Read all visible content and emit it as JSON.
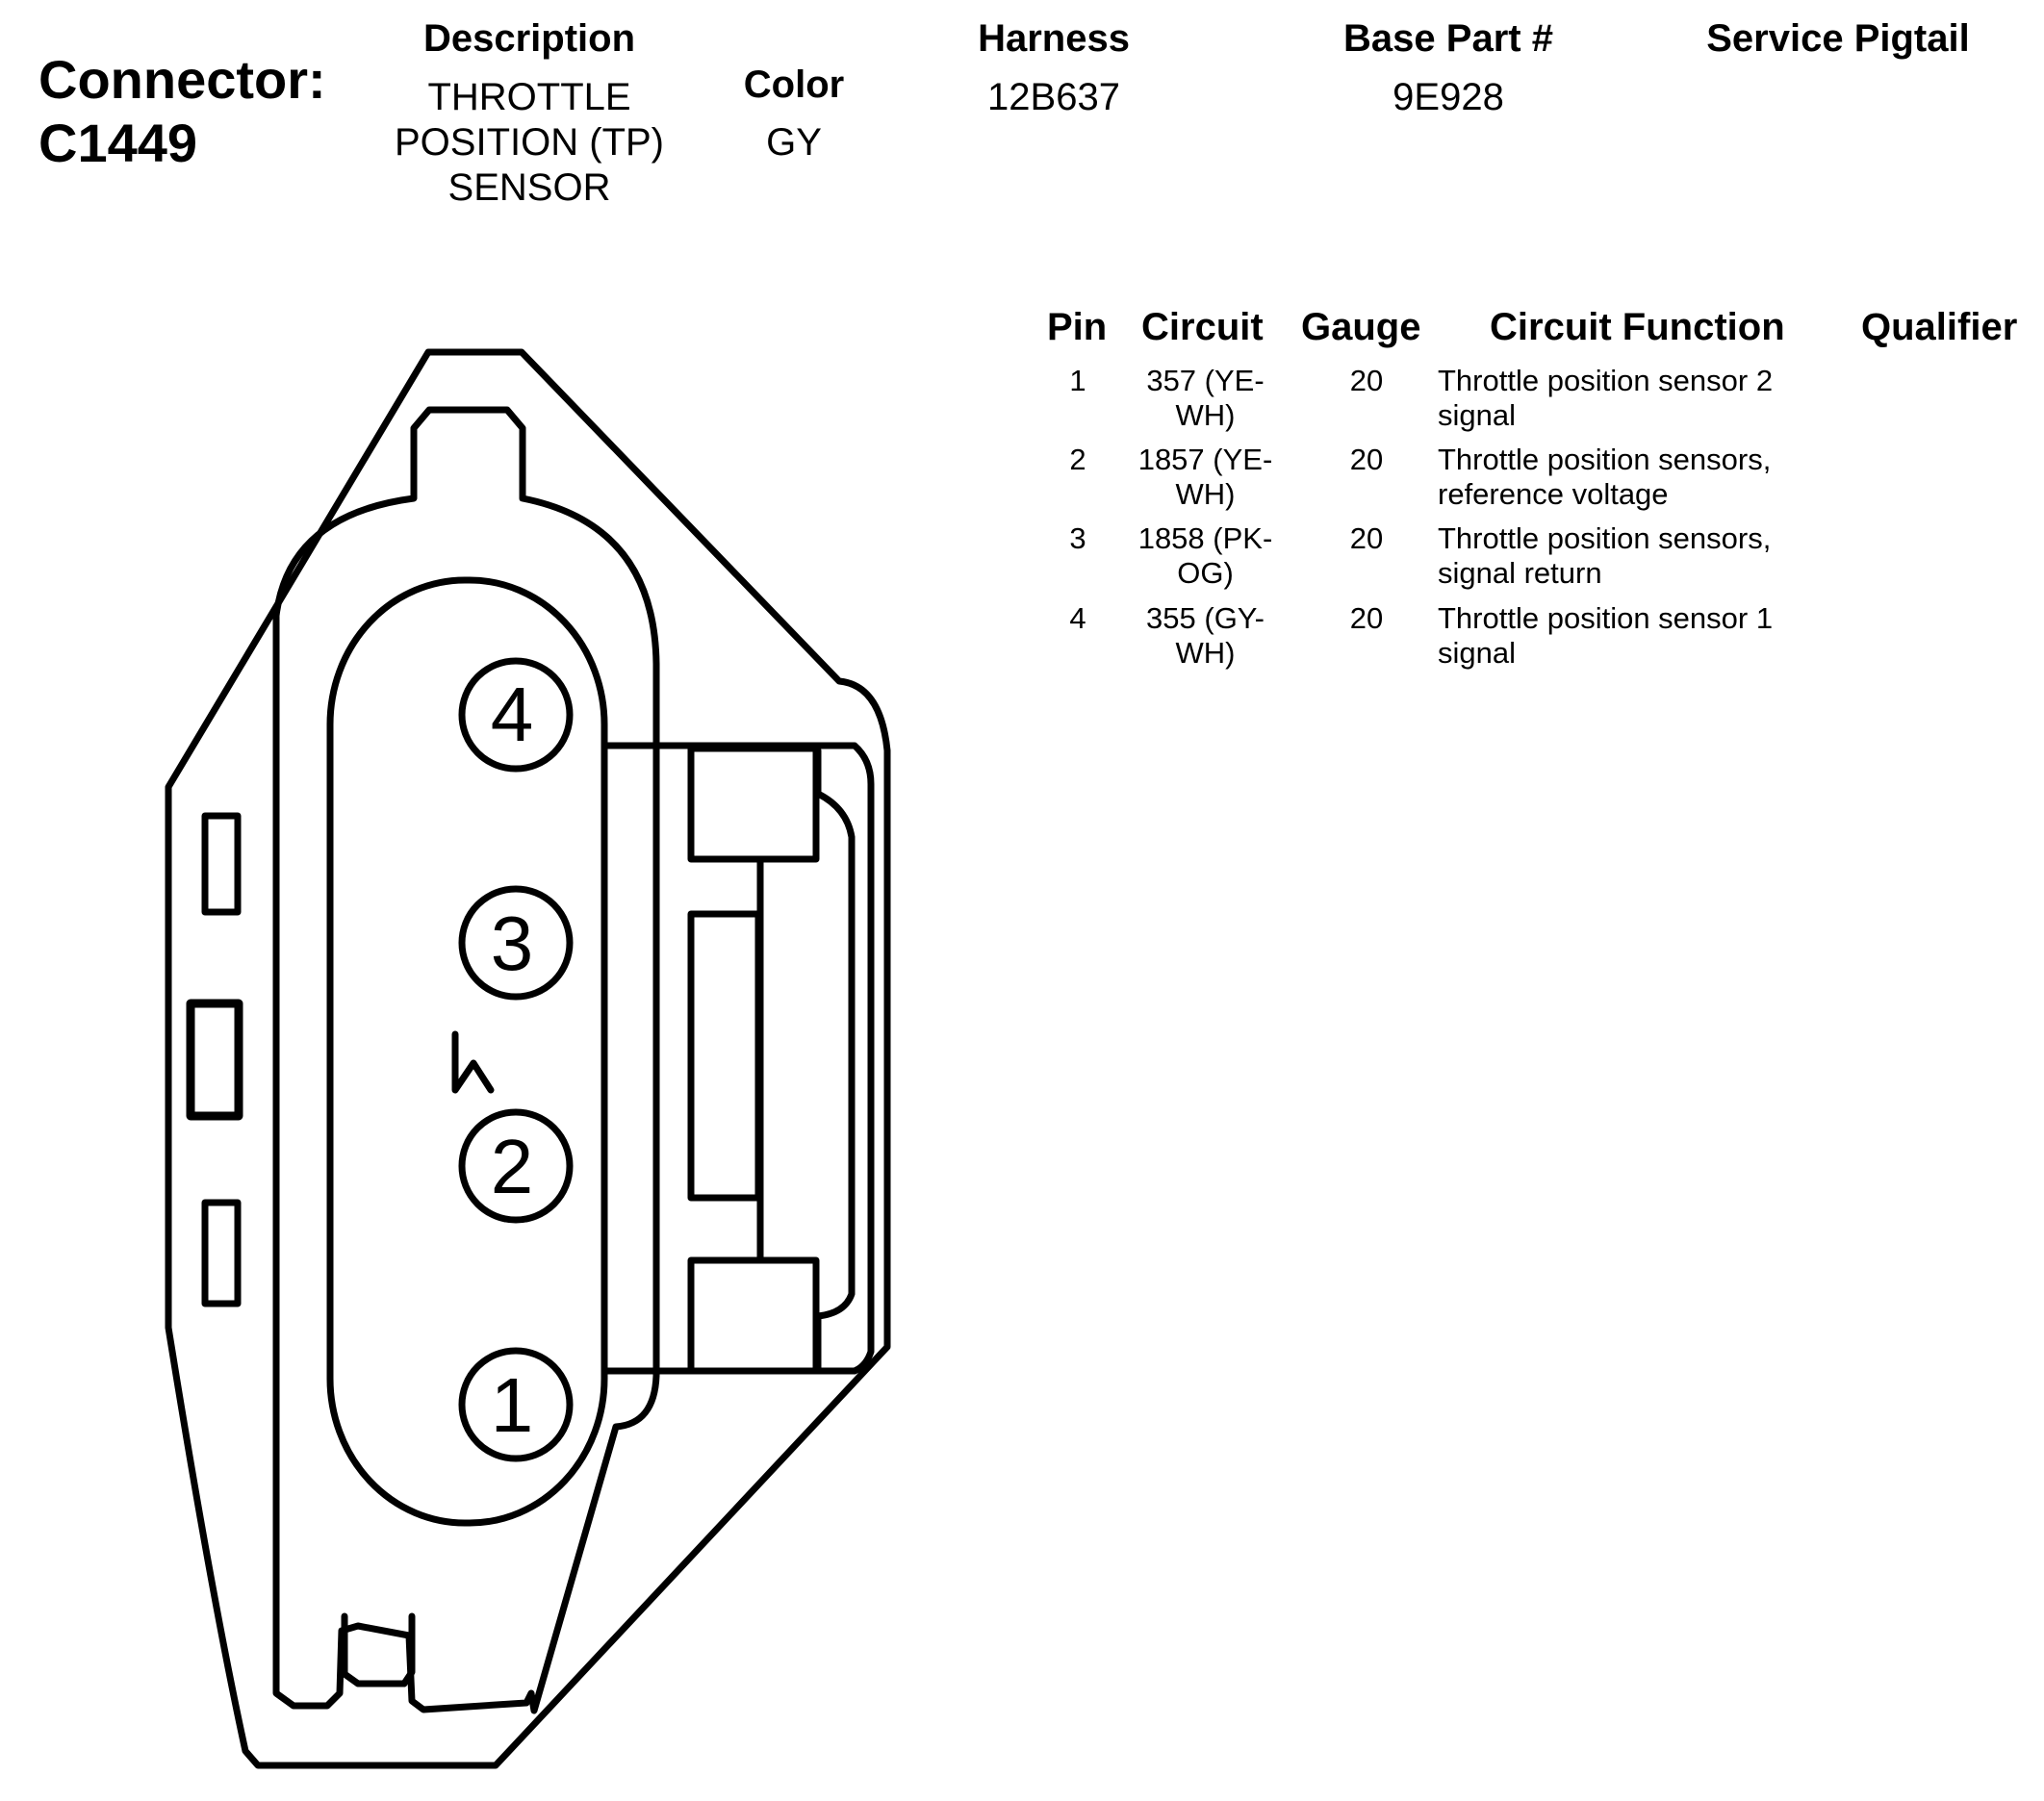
{
  "connector": {
    "label": "Connector:",
    "id": "C1449"
  },
  "header": {
    "description_label": "Description",
    "description_value": "THROTTLE POSITION (TP) SENSOR",
    "color_label": "Color",
    "color_value": "GY",
    "harness_label": "Harness",
    "harness_value": "12B637",
    "base_part_label": "Base Part #",
    "base_part_value": "9E928",
    "service_pigtail_label": "Service Pigtail",
    "service_pigtail_value": ""
  },
  "pin_table": {
    "columns": [
      "Pin",
      "Circuit",
      "Gauge",
      "Circuit Function",
      "Qualifier"
    ],
    "rows": [
      {
        "pin": "1",
        "circuit": "357 (YE-WH)",
        "gauge": "20",
        "function": "Throttle position sensor 2 signal",
        "qualifier": ""
      },
      {
        "pin": "2",
        "circuit": "1857 (YE-WH)",
        "gauge": "20",
        "function": "Throttle position sensors, reference voltage",
        "qualifier": ""
      },
      {
        "pin": "3",
        "circuit": "1858 (PK-OG)",
        "gauge": "20",
        "function": "Throttle position sensors, signal return",
        "qualifier": ""
      },
      {
        "pin": "4",
        "circuit": "355 (GY-WH)",
        "gauge": "20",
        "function": "Throttle position sensor 1 signal",
        "qualifier": ""
      }
    ]
  },
  "diagram": {
    "pin_labels": [
      "4",
      "3",
      "2",
      "1"
    ],
    "stroke_color": "#000000"
  }
}
